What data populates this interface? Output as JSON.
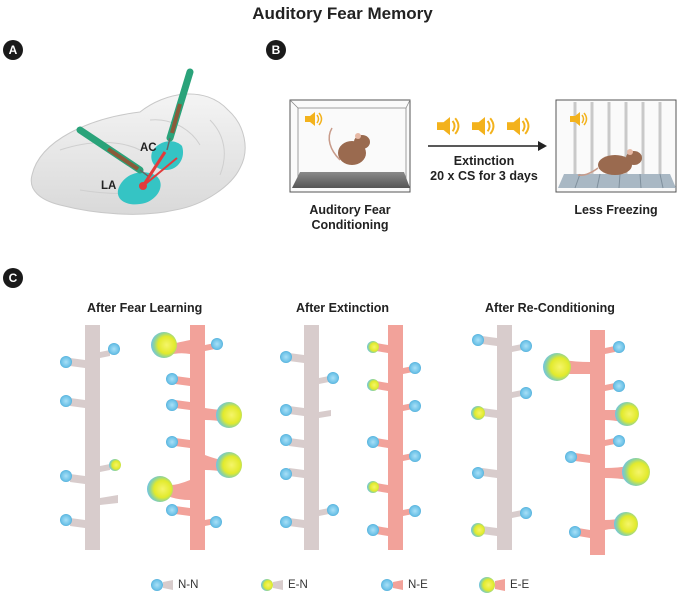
{
  "title": "Auditory Fear Memory",
  "panels": {
    "a": {
      "badge": "A",
      "la_label": "LA",
      "ac_label": "AC"
    },
    "b": {
      "badge": "B",
      "left_caption_1": "Auditory Fear",
      "left_caption_2": "Conditioning",
      "arrow_label_1": "Extinction",
      "arrow_label_2": "20 x CS for 3 days",
      "right_caption": "Less Freezing"
    },
    "c": {
      "badge": "C",
      "headers": [
        "After Fear Learning",
        "After Extinction",
        "After Re-Conditioning"
      ]
    }
  },
  "legend": [
    {
      "key": "nn",
      "label": "N-N"
    },
    {
      "key": "en",
      "label": "E-N"
    },
    {
      "key": "ne",
      "label": "N-E"
    },
    {
      "key": "ee",
      "label": "E-E"
    }
  ],
  "colors": {
    "dendrite_gray": "#d8cccc",
    "dendrite_red": "#f2a29a",
    "spine_blue": "#6fc3e8",
    "spine_yellow": "#e9ec3a",
    "brain_teal": "#35c4c4",
    "syringe_green": "#2aa37a"
  }
}
